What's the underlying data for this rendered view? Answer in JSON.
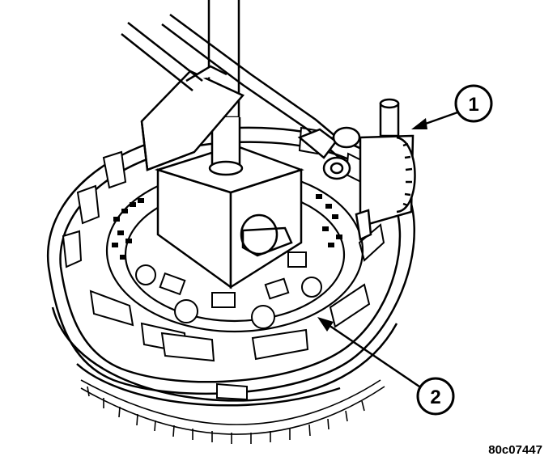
{
  "callouts": [
    {
      "number": "1"
    },
    {
      "number": "2"
    }
  ],
  "figure_code": "80c07447",
  "colors": {
    "line": "#000000",
    "background": "#ffffff"
  }
}
